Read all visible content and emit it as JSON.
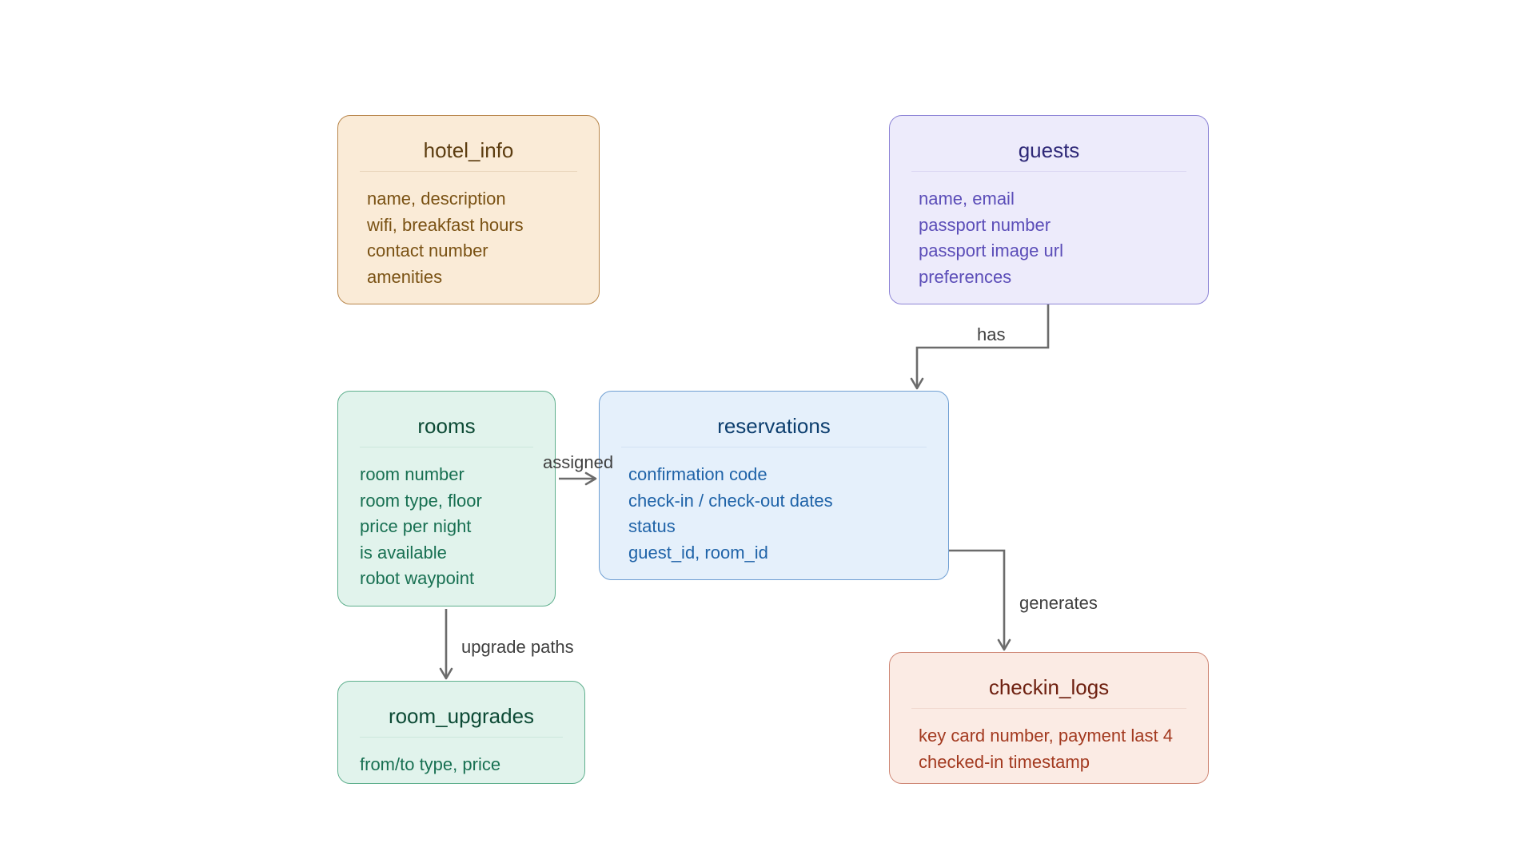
{
  "entities": {
    "hotel_info": {
      "title": "hotel_info",
      "fields": [
        "name, description",
        "wifi, breakfast hours",
        "contact number",
        "amenities"
      ],
      "colors": {
        "fill": "#faebd7",
        "border": "#b8864b",
        "title": "#5c3d10",
        "text": "#7a5214",
        "divider": "#ead7bd"
      }
    },
    "guests": {
      "title": "guests",
      "fields": [
        "name, email",
        "passport number",
        "passport image url",
        "preferences"
      ],
      "colors": {
        "fill": "#edebfb",
        "border": "#8d84d6",
        "title": "#2e2877",
        "text": "#5b4db8",
        "divider": "#dcd8f3"
      }
    },
    "rooms": {
      "title": "rooms",
      "fields": [
        "room number",
        "room type, floor",
        "price per night",
        "is available",
        "robot waypoint"
      ],
      "colors": {
        "fill": "#e1f3ec",
        "border": "#5eaf8d",
        "title": "#0c4a35",
        "text": "#187052",
        "divider": "#cbe7dc"
      }
    },
    "reservations": {
      "title": "reservations",
      "fields": [
        "confirmation code",
        "check-in / check-out dates",
        "status",
        "guest_id, room_id"
      ],
      "colors": {
        "fill": "#e5f0fb",
        "border": "#6e9ed2",
        "title": "#0c3e6e",
        "text": "#1f63a8",
        "divider": "#d2e2f3"
      }
    },
    "room_upgrades": {
      "title": "room_upgrades",
      "fields": [
        "from/to type, price"
      ],
      "colors": {
        "fill": "#e1f3ec",
        "border": "#5eaf8d",
        "title": "#0c4a35",
        "text": "#187052",
        "divider": "#cbe7dc"
      }
    },
    "checkin_logs": {
      "title": "checkin_logs",
      "fields": [
        "key card number, payment last 4",
        "checked-in timestamp"
      ],
      "colors": {
        "fill": "#fbebe4",
        "border": "#cf8876",
        "title": "#6e2010",
        "text": "#a33a20",
        "divider": "#f0d8cf"
      }
    }
  },
  "edges": {
    "has": {
      "from": "guests",
      "to": "reservations",
      "label": "has"
    },
    "assigned": {
      "from": "rooms",
      "to": "reservations",
      "label": "assigned"
    },
    "generates": {
      "from": "reservations",
      "to": "checkin_logs",
      "label": "generates"
    },
    "upgrade_paths": {
      "from": "rooms",
      "to": "room_upgrades",
      "label": "upgrade paths"
    }
  },
  "edge_color": "#6b6b6b"
}
